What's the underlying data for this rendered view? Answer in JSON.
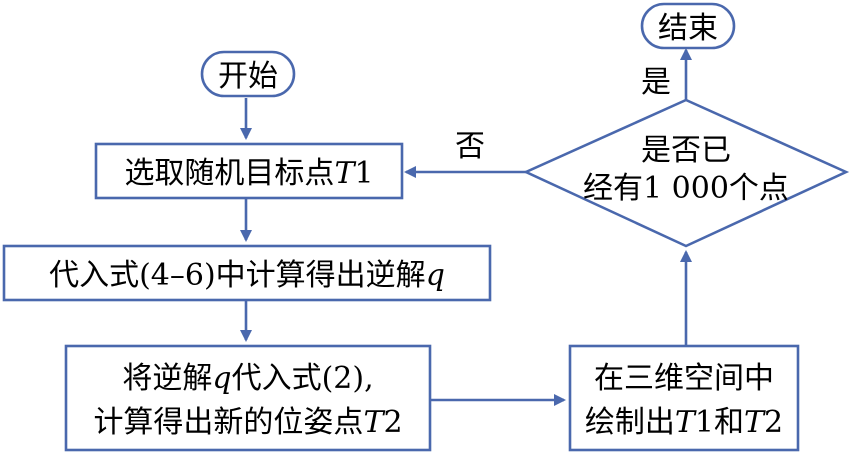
{
  "nodes": {
    "start": {
      "label": "开始"
    },
    "select_target": {
      "label": "选取随机目标点",
      "var": "T",
      "sub": "1"
    },
    "compute_inverse": {
      "label": "代入式(4–6)中计算得出逆解",
      "var": "q"
    },
    "compute_pose": {
      "line1_pre": "将逆解",
      "line1_var": "q",
      "line1_post": "代入式(2),",
      "line2_pre": "计算得出新的位姿点",
      "line2_var": "T",
      "line2_sub": "2"
    },
    "draw_points": {
      "line1": "在三维空间中",
      "line2_pre": "绘制出",
      "line2_var1": "T",
      "line2_sub1": "1",
      "line2_mid": "和",
      "line2_var2": "T",
      "line2_sub2": "2"
    },
    "decision": {
      "line1": "是否已",
      "line2": "经有1 000个点"
    },
    "end": {
      "label": "结束"
    }
  },
  "edges": {
    "yes_label": "是",
    "no_label": "否"
  },
  "colors": {
    "line": "#4a68ad",
    "text": "#000000",
    "background": "#ffffff"
  }
}
